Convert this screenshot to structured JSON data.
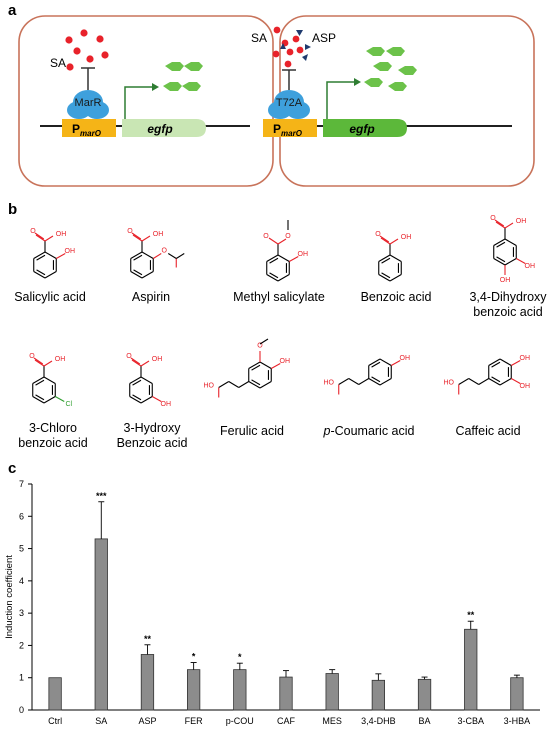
{
  "panels": {
    "a": "a",
    "b": "b",
    "c": "c"
  },
  "panel_a": {
    "left": {
      "inducer": "SA",
      "repressor": "MarR",
      "promoter_main": "P",
      "promoter_sub": "marO",
      "reporter": "egfp"
    },
    "right": {
      "inducer1": "SA",
      "inducer2": "ASP",
      "repressor": "T72A",
      "promoter_main": "P",
      "promoter_sub": "marO",
      "reporter": "egfp"
    },
    "colors": {
      "inducer_dot": "#e8222a",
      "asp_triangle": "#1f3a6e",
      "repressor": "#3ea0dc",
      "promoter": "#f5b417",
      "egfp_light": "#c9e6b4",
      "egfp_strong": "#5cb83a",
      "gfp_hex": "#6cc24a",
      "border": "#c8735a",
      "arrow": "#2e7d32"
    }
  },
  "panel_b": {
    "molecules": [
      {
        "name": "Salicylic acid"
      },
      {
        "name": "Aspirin"
      },
      {
        "name": "Methyl salicylate"
      },
      {
        "name": "Benzoic acid"
      },
      {
        "name_line1": "3,4-Dihydroxy",
        "name_line2": "benzoic acid"
      },
      {
        "name_line1": "3-Chloro",
        "name_line2": "benzoic acid"
      },
      {
        "name_line1": "3-Hydroxy",
        "name_line2": "Benzoic acid"
      },
      {
        "name": "Ferulic acid"
      },
      {
        "name_prefix": "p",
        "name_rest": "-Coumaric acid"
      },
      {
        "name": "Caffeic acid"
      }
    ],
    "atom_labels": {
      "oh": "OH",
      "ho": "HO",
      "o": "O",
      "cl": "Cl"
    },
    "colors": {
      "heteroatom": "#e8222a",
      "chlorine": "#2e9e2e",
      "bond": "#000000"
    }
  },
  "chart_data": {
    "type": "bar",
    "ylabel": "Induction coefficient",
    "xlabel": "",
    "ylim": [
      0,
      7
    ],
    "yticks": [
      0,
      1,
      2,
      3,
      4,
      5,
      6,
      7
    ],
    "categories": [
      "Ctrl",
      "SA",
      "ASP",
      "FER",
      "p-COU",
      "CAF",
      "MES",
      "3,4-DHB",
      "BA",
      "3-CBA",
      "3-HBA"
    ],
    "values": [
      1.0,
      5.3,
      1.72,
      1.25,
      1.25,
      1.02,
      1.13,
      0.92,
      0.95,
      2.5,
      1.0
    ],
    "errors": [
      0.0,
      1.15,
      0.3,
      0.22,
      0.2,
      0.2,
      0.12,
      0.2,
      0.07,
      0.25,
      0.08
    ],
    "significance": [
      "",
      "***",
      "**",
      "*",
      "*",
      "",
      "",
      "",
      "",
      "**",
      ""
    ],
    "bar_color": "#8c8c8c",
    "grid": false
  }
}
